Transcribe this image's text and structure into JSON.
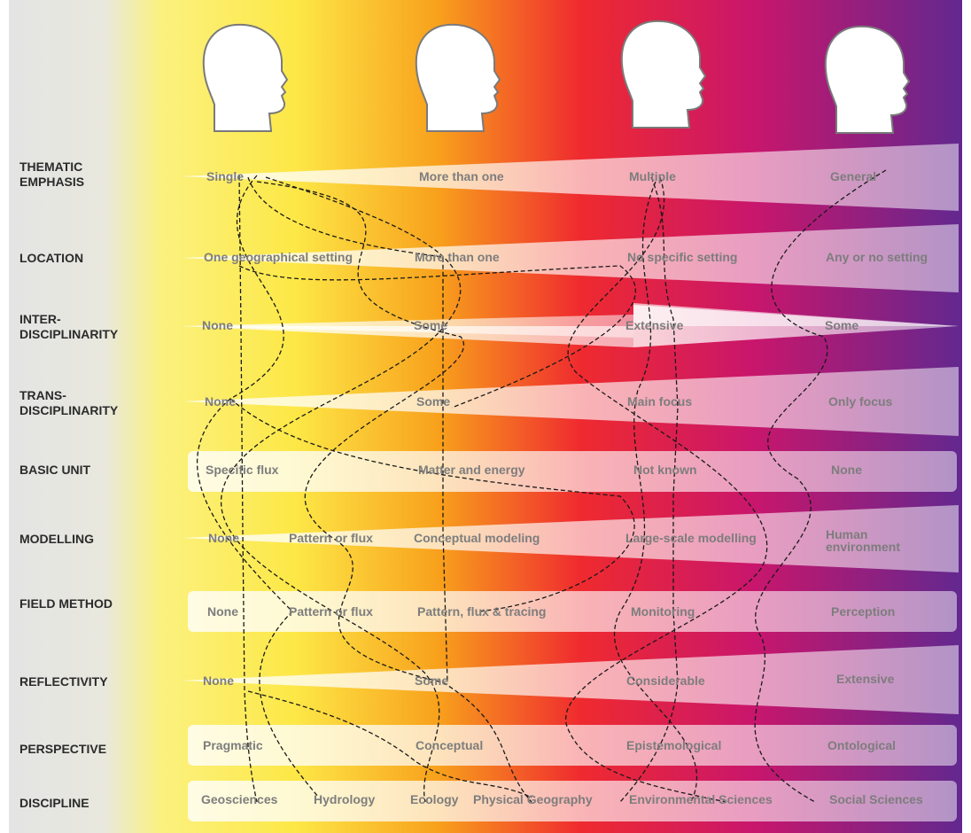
{
  "colors": {
    "label_text": "#2b2b2b",
    "cell_text": "#7d7d7d",
    "gradient": [
      "#e6e6e6",
      "#f8f089",
      "#fdea43",
      "#f7a51c",
      "#ee2631",
      "#c51a6b",
      "#672791"
    ],
    "band_fill": "#ffffff",
    "head_fill": "#ffffff",
    "head_stroke": "#7a7a7a",
    "path_stroke": "#1a1a1a"
  },
  "head_icons": [
    "head-profile-icon",
    "head-profile-icon",
    "head-profile-icon",
    "head-profile-icon"
  ],
  "rows": [
    {
      "label": "THEMATIC\nEMPHASIS",
      "cells": [
        "Single",
        "More than one",
        "Multiple",
        "General"
      ]
    },
    {
      "label": "LOCATION",
      "cells": [
        "One geographical setting",
        "More than one",
        "No specific setting",
        "Any or no setting"
      ]
    },
    {
      "label": "INTER-\nDISCIPLINARITY",
      "cells": [
        "None",
        "Some",
        "Extensive",
        "Some"
      ]
    },
    {
      "label": "TRANS-\nDISCIPLINARITY",
      "cells": [
        "None",
        "Some",
        "Main focus",
        "Only focus"
      ]
    },
    {
      "label": "BASIC UNIT",
      "cells": [
        "Specific flux",
        "Matter and energy",
        "Not known",
        "None"
      ]
    },
    {
      "label": "MODELLING",
      "cells": [
        "None",
        "Pattern or flux",
        "Conceptual modeling",
        "Large-scale modelling",
        "Human\nenvironment"
      ]
    },
    {
      "label": "FIELD METHOD",
      "cells": [
        "None",
        "Pattern or flux",
        "Pattern, flux & tracing",
        "Monitoring",
        "Perception"
      ]
    },
    {
      "label": "REFLECTIVITY",
      "cells": [
        "None",
        "Some",
        "Considerable",
        "Extensive"
      ]
    },
    {
      "label": "PERSPECTIVE",
      "cells": [
        "Pragmatic",
        "Conceptual",
        "Epistemological",
        "Ontological"
      ]
    },
    {
      "label": "DISCIPLINE",
      "cells": [
        "Geosciences",
        "Hydrology",
        "Ecology",
        "Physical Geography",
        "Environmental Sciences",
        "Social Sciences"
      ]
    }
  ]
}
